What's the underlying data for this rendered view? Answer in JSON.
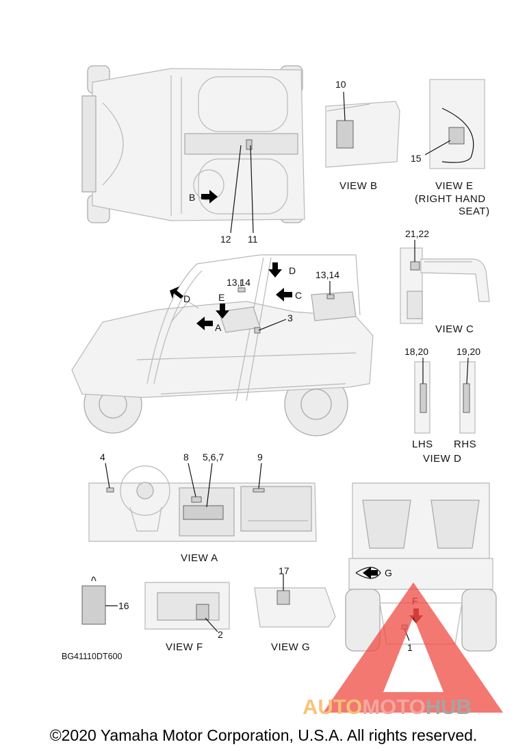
{
  "callouts": {
    "c10": "10",
    "c15": "15",
    "c12": "12",
    "c11": "11",
    "c2122": "21,22",
    "c1314a": "13,14",
    "c1314b": "13,14",
    "c3": "3",
    "c1820": "18,20",
    "c1920": "19,20",
    "c4": "4",
    "c8": "8",
    "c567": "5,6,7",
    "c9": "9",
    "c16": "16",
    "c2": "2",
    "c17": "17",
    "c1": "1"
  },
  "arrows": {
    "b": "B",
    "d_upper": "D",
    "d_left": "D",
    "c": "C",
    "e": "E",
    "a": "A",
    "g": "G",
    "f": "F"
  },
  "captions": {
    "view_b": "VIEW B",
    "view_e_1": "VIEW E",
    "view_e_2": "(RIGHT HAND",
    "view_e_3": "SEAT)",
    "view_c": "VIEW C",
    "lhs": "LHS",
    "rhs": "RHS",
    "view_d": "VIEW D",
    "view_a": "VIEW A",
    "view_f": "VIEW F",
    "view_g": "VIEW G"
  },
  "diagram_code": "BG41110DT600",
  "watermark": {
    "part1": "AUTO",
    "part2": "MOTO",
    "part3": "HUB",
    "colors": {
      "auto": "#f5b04a",
      "moto": "#f08a80",
      "hub": "#888888",
      "triangle": "#ef4b44"
    }
  },
  "copyright": "©2020 Yamaha Motor Corporation, U.S.A. All rights reserved."
}
